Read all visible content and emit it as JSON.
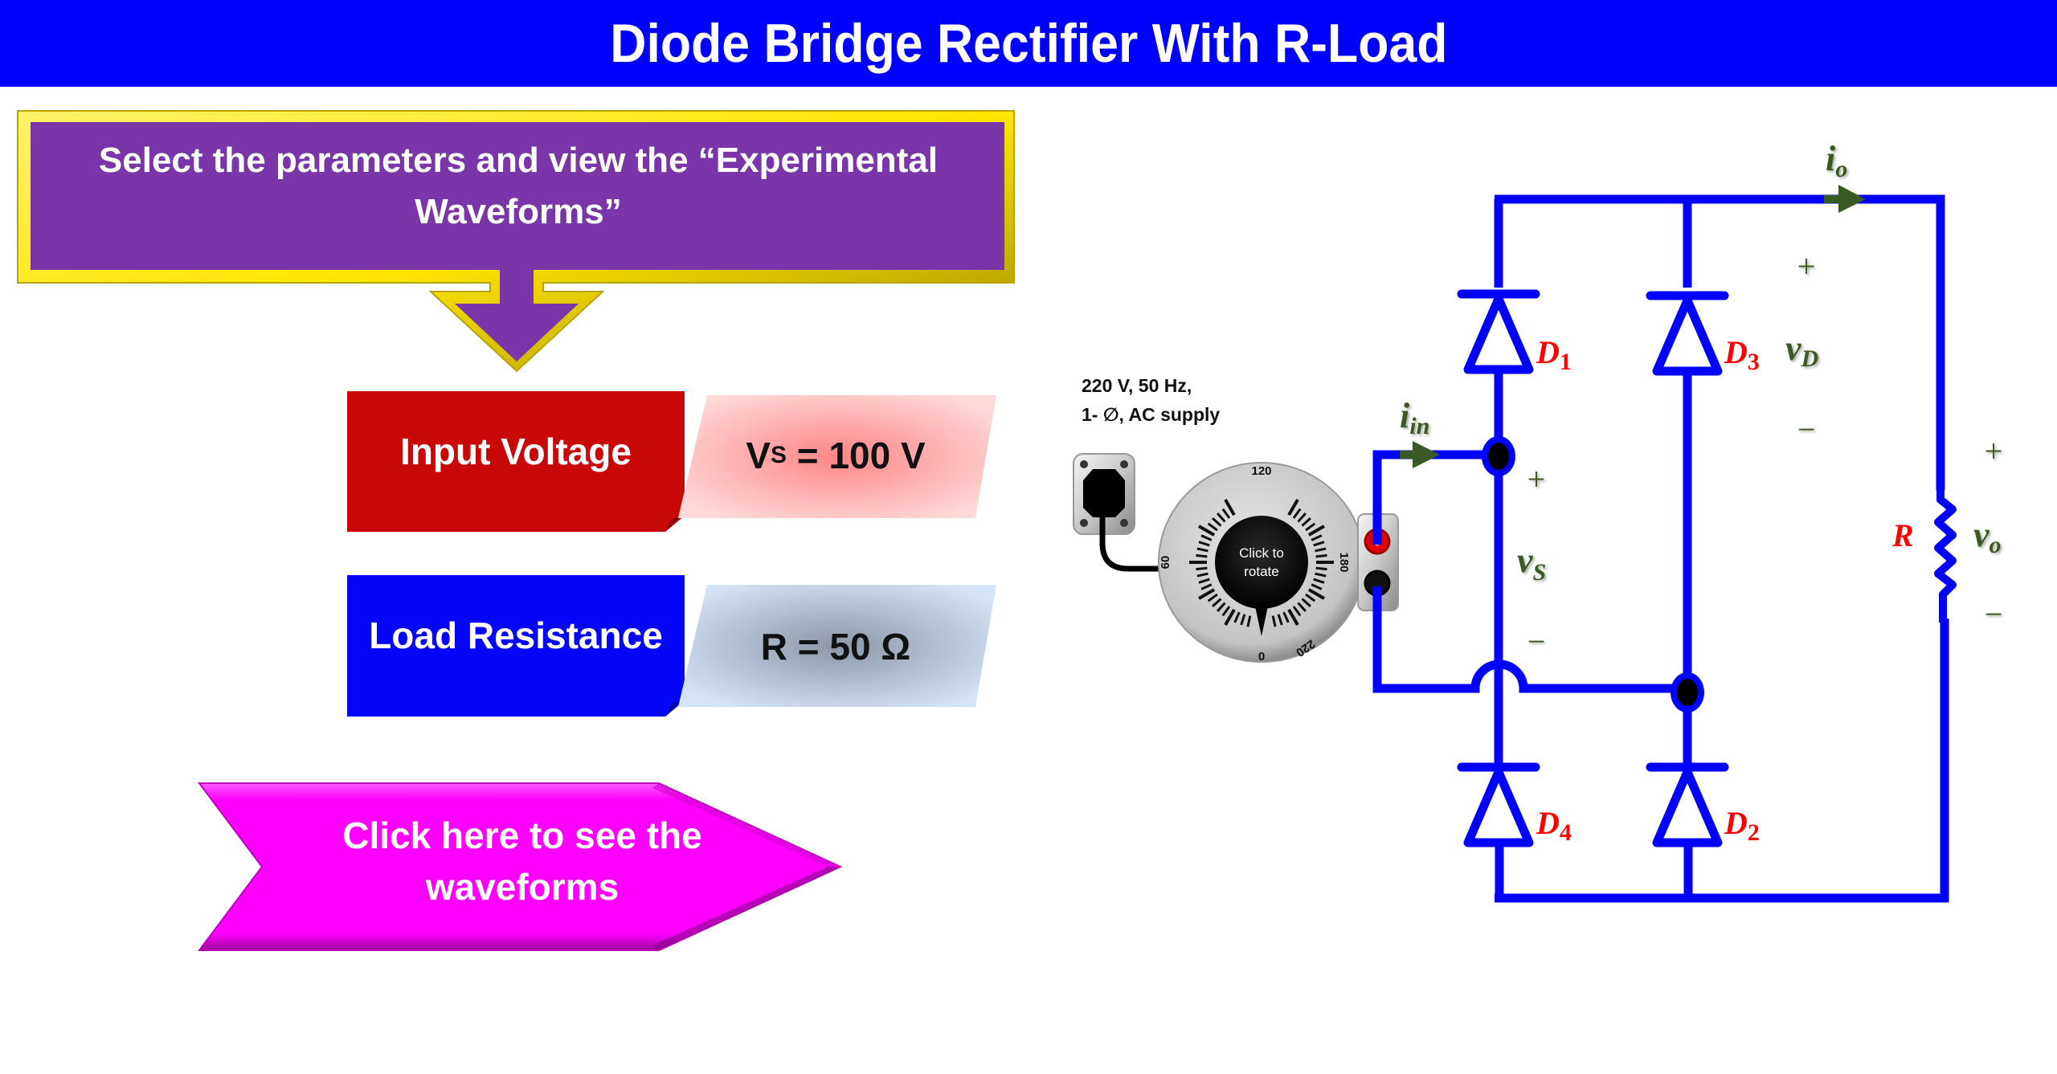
{
  "header": {
    "title": "Diode Bridge Rectifier With R-Load",
    "color": "#0000FF"
  },
  "callout": {
    "line1": "Select the parameters and view the “Experimental",
    "line2": "Waveforms”",
    "fill": "#7A35A8",
    "border": "#FFE600"
  },
  "parameters": {
    "input_voltage": {
      "label": "Input Voltage",
      "value_prefix": "V",
      "value_sub": "S",
      "value_suffix": " = 100 V",
      "color": "#C90808"
    },
    "load_resistance": {
      "label": "Load Resistance",
      "value": "R = 50 Ω",
      "color": "#0505F8"
    }
  },
  "waveform_button": {
    "line1": "Click here to see the",
    "line2": "waveforms",
    "color": "#FF00FF"
  },
  "supply": {
    "line1": "220 V, 50 Hz,",
    "line2": "1- ∅, AC supply",
    "socket_icon": "power-socket-icon"
  },
  "variac": {
    "knob_line1": "Click to",
    "knob_line2": "rotate",
    "scale_labels": [
      "0",
      "60",
      "120",
      "180",
      "220"
    ],
    "current_setting": "0"
  },
  "circuit": {
    "wire_color": "#0000FF",
    "component_label_color": "#FF0000",
    "quantity_label_color": "#3A5A23",
    "diodes": [
      "D1",
      "D2",
      "D3",
      "D4"
    ],
    "labels": {
      "i_in": {
        "base": "i",
        "sub": "in"
      },
      "i_o": {
        "base": "i",
        "sub": "o"
      },
      "v_s": {
        "base": "v",
        "sub": "S"
      },
      "v_D": {
        "base": "v",
        "sub": "D"
      },
      "v_o": {
        "base": "v",
        "sub": "o"
      },
      "D1": {
        "base": "D",
        "sub": "1"
      },
      "D2": {
        "base": "D",
        "sub": "2"
      },
      "D3": {
        "base": "D",
        "sub": "3"
      },
      "D4": {
        "base": "D",
        "sub": "4"
      },
      "R": "R",
      "plus": "+",
      "minus": "−"
    }
  }
}
